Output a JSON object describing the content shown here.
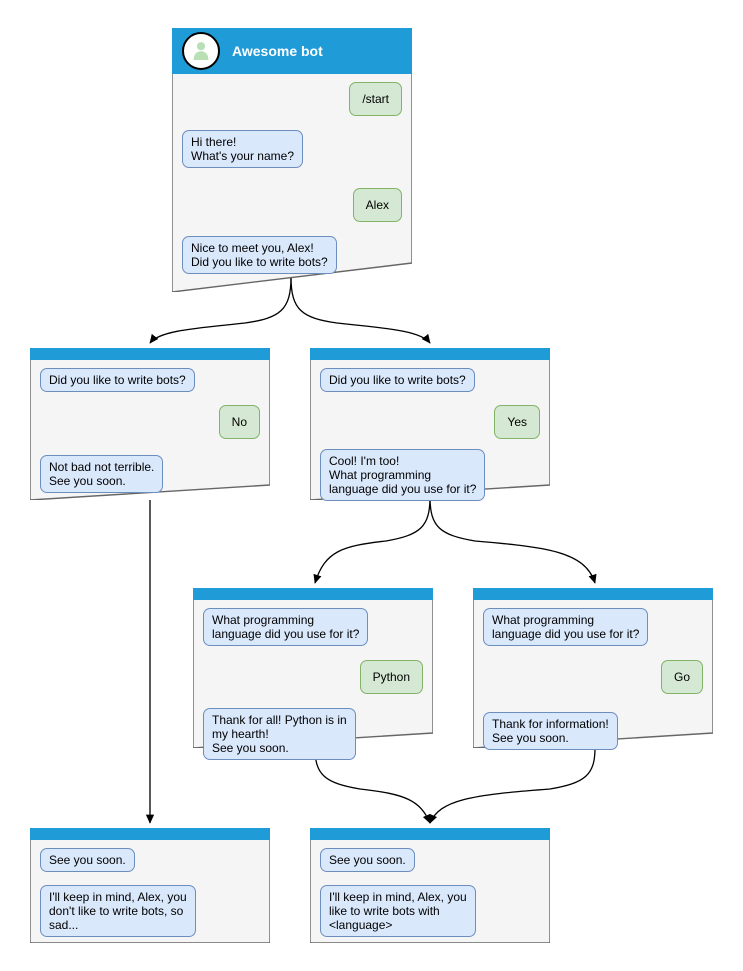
{
  "diagram": {
    "title": "Awesome bot",
    "icon": "person-avatar-icon",
    "colors": {
      "header_blue": "#1f9bd7",
      "node_fill": "#f5f5f5",
      "node_border": "#666666",
      "bot_bubble_fill": "#dae8fc",
      "bot_bubble_border": "#6c8ebf",
      "user_bubble_fill": "#d5e8d4",
      "user_bubble_border": "#82b366",
      "edge_color": "#000000"
    }
  },
  "nodes": {
    "start": {
      "name": "start-conversation",
      "header_title": "Awesome bot",
      "messages": [
        {
          "side": "right",
          "kind": "user",
          "text": "/start"
        },
        {
          "side": "left",
          "kind": "bot",
          "text": "Hi there!\nWhat's your name?"
        },
        {
          "side": "right",
          "kind": "user",
          "text": "Alex"
        },
        {
          "side": "left",
          "kind": "bot",
          "text": "Nice to meet you, Alex!\nDid you like to write bots?"
        }
      ]
    },
    "answer_no": {
      "name": "answer-no",
      "messages": [
        {
          "side": "left",
          "kind": "bot",
          "text": "Did you like to write bots?"
        },
        {
          "side": "right",
          "kind": "user",
          "text": "No"
        },
        {
          "side": "left",
          "kind": "bot",
          "text": "Not bad not terrible.\nSee you soon."
        }
      ]
    },
    "answer_yes": {
      "name": "answer-yes",
      "messages": [
        {
          "side": "left",
          "kind": "bot",
          "text": "Did you like to write bots?"
        },
        {
          "side": "right",
          "kind": "user",
          "text": "Yes"
        },
        {
          "side": "left",
          "kind": "bot",
          "text": "Cool! I'm too!\nWhat programming\nlanguage did you use for it?"
        }
      ]
    },
    "lang_python": {
      "name": "language-python",
      "messages": [
        {
          "side": "left",
          "kind": "bot",
          "text": "What programming\nlanguage did you use for it?"
        },
        {
          "side": "right",
          "kind": "user",
          "text": "Python"
        },
        {
          "side": "left",
          "kind": "bot",
          "text": "Thank for all! Python is in\nmy hearth!\nSee you soon."
        }
      ]
    },
    "lang_go": {
      "name": "language-go",
      "messages": [
        {
          "side": "left",
          "kind": "bot",
          "text": "What programming\nlanguage did you use for it?"
        },
        {
          "side": "right",
          "kind": "user",
          "text": "Go"
        },
        {
          "side": "left",
          "kind": "bot",
          "text": "Thank for information!\nSee you soon."
        }
      ]
    },
    "end_sad": {
      "name": "end-no-bots",
      "messages": [
        {
          "side": "left",
          "kind": "bot",
          "text": "See you soon."
        },
        {
          "side": "left",
          "kind": "bot",
          "text": "I'll keep in mind, Alex, you\ndon't like to write bots, so\nsad..."
        }
      ]
    },
    "end_happy": {
      "name": "end-likes-bots",
      "messages": [
        {
          "side": "left",
          "kind": "bot",
          "text": "See you soon."
        },
        {
          "side": "left",
          "kind": "bot",
          "text": "I'll keep in mind, Alex, you\nlike to write bots with\n<language>"
        }
      ]
    }
  }
}
